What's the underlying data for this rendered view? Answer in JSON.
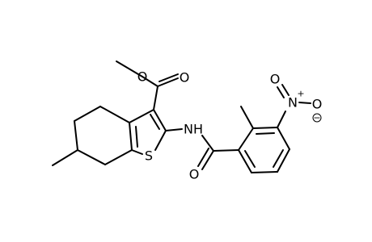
{
  "molecule": {
    "name": "",
    "atoms": [
      {
        "id": "O_ester_single",
        "label": "O"
      },
      {
        "id": "O_ester_carbonyl",
        "label": "O"
      },
      {
        "id": "S_ring",
        "label": "S"
      },
      {
        "id": "N_amide",
        "label": "NH"
      },
      {
        "id": "O_amide",
        "label": "O"
      },
      {
        "id": "N_nitro",
        "label": "N",
        "charge": "+"
      },
      {
        "id": "O_nitro_anion",
        "label": "O",
        "charge": "−"
      },
      {
        "id": "O_nitro_double",
        "label": "O"
      }
    ]
  },
  "colors": {
    "bond": "#000000",
    "background": "#ffffff"
  }
}
